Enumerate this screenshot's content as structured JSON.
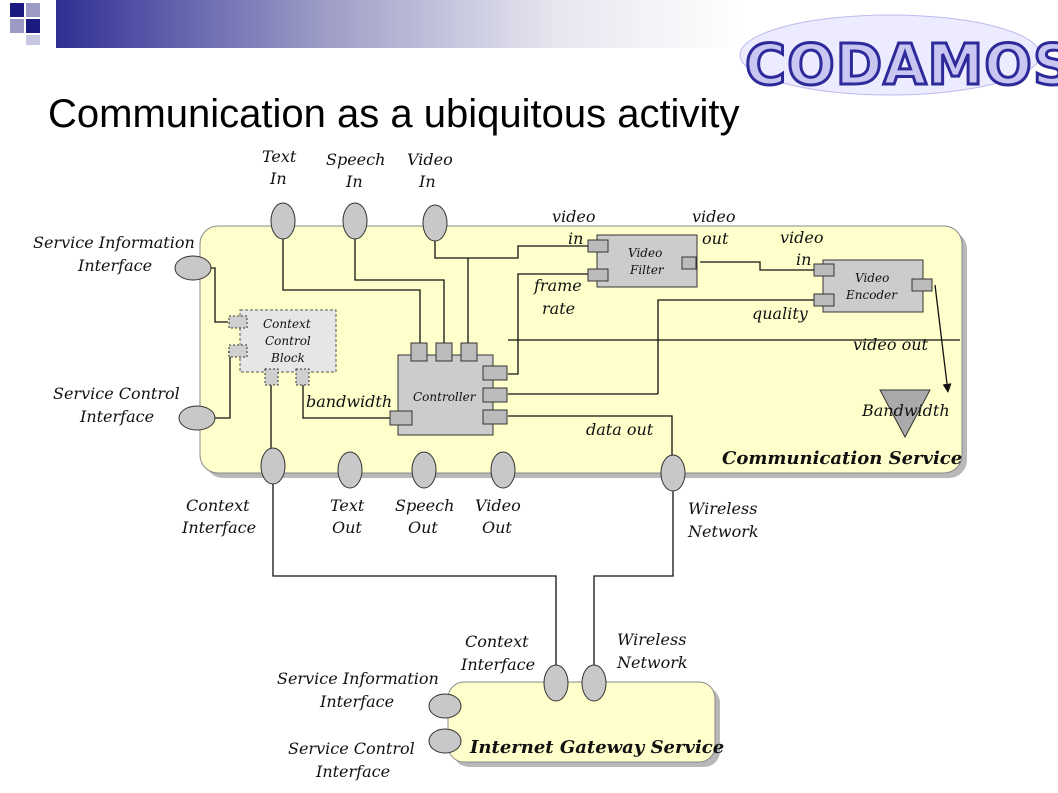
{
  "slide": {
    "title": "Communication as a ubiquitous activity",
    "logo_text": "CODAMOS",
    "colors": {
      "accent": "#1a1a80",
      "panel": "#ffffcc",
      "block": "#cccccc"
    }
  },
  "diagram": {
    "top_inputs": [
      {
        "line1": "Text",
        "line2": "In"
      },
      {
        "line1": "Speech",
        "line2": "In"
      },
      {
        "line1": "Video",
        "line2": "In"
      }
    ],
    "left_interfaces": {
      "service_info": {
        "line1": "Service Information",
        "line2": "Interface"
      },
      "service_control": {
        "line1": "Service Control",
        "line2": "Interface"
      }
    },
    "blocks": {
      "context_control": {
        "line1": "Context",
        "line2": "Control",
        "line3": "Block"
      },
      "controller": "Controller",
      "video_filter": {
        "line1": "Video",
        "line2": "Filter"
      },
      "video_encoder": {
        "line1": "Video",
        "line2": "Encoder"
      },
      "bandwidth": "Bandwidth"
    },
    "signals": {
      "video_in_1": {
        "line1": "video",
        "line2": "in"
      },
      "video_out_1": {
        "line1": "video",
        "line2": "out"
      },
      "video_in_2": {
        "line1": "video",
        "line2": "in"
      },
      "frame_rate": {
        "line1": "frame",
        "line2": "rate"
      },
      "quality": "quality",
      "video_out_2": "video out",
      "bandwidth": "bandwidth",
      "data_out": "data out"
    },
    "communication_service": "Communication Service",
    "bottom_ports": {
      "context_interface": {
        "line1": "Context",
        "line2": "Interface"
      },
      "text_out": {
        "line1": "Text",
        "line2": "Out"
      },
      "speech_out": {
        "line1": "Speech",
        "line2": "Out"
      },
      "video_out": {
        "line1": "Video",
        "line2": "Out"
      },
      "wireless_network": {
        "line1": "Wireless",
        "line2": "Network"
      }
    },
    "gateway": {
      "context_interface": {
        "line1": "Context",
        "line2": "Interface"
      },
      "wireless_network": {
        "line1": "Wireless",
        "line2": "Network"
      },
      "service_info": {
        "line1": "Service Information",
        "line2": "Interface"
      },
      "service_control": {
        "line1": "Service Control",
        "line2": "Interface"
      },
      "name": "Internet Gateway Service"
    }
  }
}
